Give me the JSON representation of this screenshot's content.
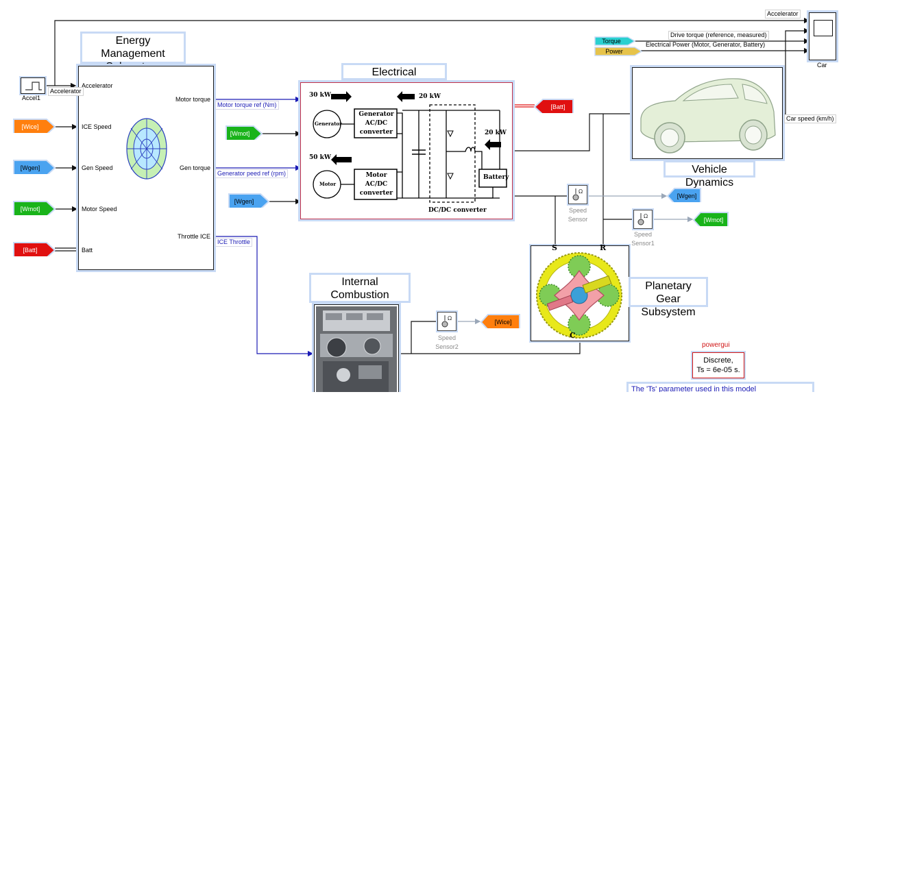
{
  "energy_management": {
    "title_line1": "Energy Management",
    "title_line2": "Subsystem",
    "inputs": [
      "Accelerator",
      "ICE Speed",
      "Gen Speed",
      "Motor Speed",
      "Batt"
    ],
    "outputs": [
      "Motor torque",
      "Gen torque",
      "Throttle ICE"
    ]
  },
  "accel_block": {
    "name": "Accel1",
    "signal": "Accelerator"
  },
  "left_tags": [
    "[Wice]",
    "[Wgen]",
    "[Wmot]",
    "[Batt]"
  ],
  "signals": {
    "motor_torque_ref": "Motor torque ref (Nm)",
    "generator_speed_ref": "Generator peed ref (rpm)",
    "ice_throttle": "ICE Throttle",
    "car_speed": "Car speed (km/h)",
    "accelerator": "Accelerator",
    "drive_torque": "Drive torque (reference, measured)",
    "electrical_power": "Electrical Power (Motor, Generator, Battery)"
  },
  "electrical": {
    "title": "Electrical Subsystem",
    "power_30": "30 kW",
    "power_20a": "20 kW",
    "power_50": "50 kW",
    "power_20b": "20 kW",
    "generator": "Generator",
    "motor": "Motor",
    "gen_conv_1": "Generator",
    "gen_conv_2": "AC/DC",
    "gen_conv_3": "converter",
    "mot_conv_1": "Motor",
    "mot_conv_2": "AC/DC",
    "mot_conv_3": "converter",
    "battery": "Battery",
    "dcdc": "DC/DC converter",
    "in_tags": [
      "[Wmot]",
      "[Wgen]"
    ],
    "out_tag": "[Batt]"
  },
  "vehicle": {
    "title": "Vehicle Dynamics"
  },
  "scope": {
    "name": "Car",
    "torque_tag": "Torque",
    "power_tag": "Power"
  },
  "sensors": {
    "s0_line1": "Speed",
    "s0_line2": "Sensor",
    "s1_line1": "Speed",
    "s1_line2": "Sensor1",
    "s2_line1": "Speed",
    "s2_line2": "Sensor2",
    "s0_tag": "[Wgen]",
    "s1_tag": "[Wmot]",
    "s2_tag": "[Wice]",
    "icon_omega": "Ω"
  },
  "planetary": {
    "title_line1": "Planetary Gear",
    "title_line2": "Subsystem",
    "port_s": "S",
    "port_r": "R",
    "port_c": "C"
  },
  "engine": {
    "title_line1": "Internal Combustion",
    "title_line2": "Engine"
  },
  "powergui": {
    "label": "powergui",
    "line1": "Discrete,",
    "line2": "Ts = 6e-05 s."
  },
  "note": {
    "text": "The 'Ts' parameter used in this model"
  },
  "colors": {
    "orange": "#ff7f0e",
    "blue": "#4aa3f0",
    "green": "#19b31a",
    "red": "#e01010",
    "cyan": "#2ad0d0",
    "yellow": "#e6c34a",
    "signal_blue": "#1b1bb5",
    "highlight": "#c8daf5"
  },
  "icons": {
    "scope": "scope-icon",
    "step": "step-source-icon",
    "sensor": "speed-sensor-icon",
    "engine": "engine-photo-icon",
    "car": "car-icon",
    "gear": "planetary-gear-icon",
    "ems": "energy-management-icon"
  }
}
